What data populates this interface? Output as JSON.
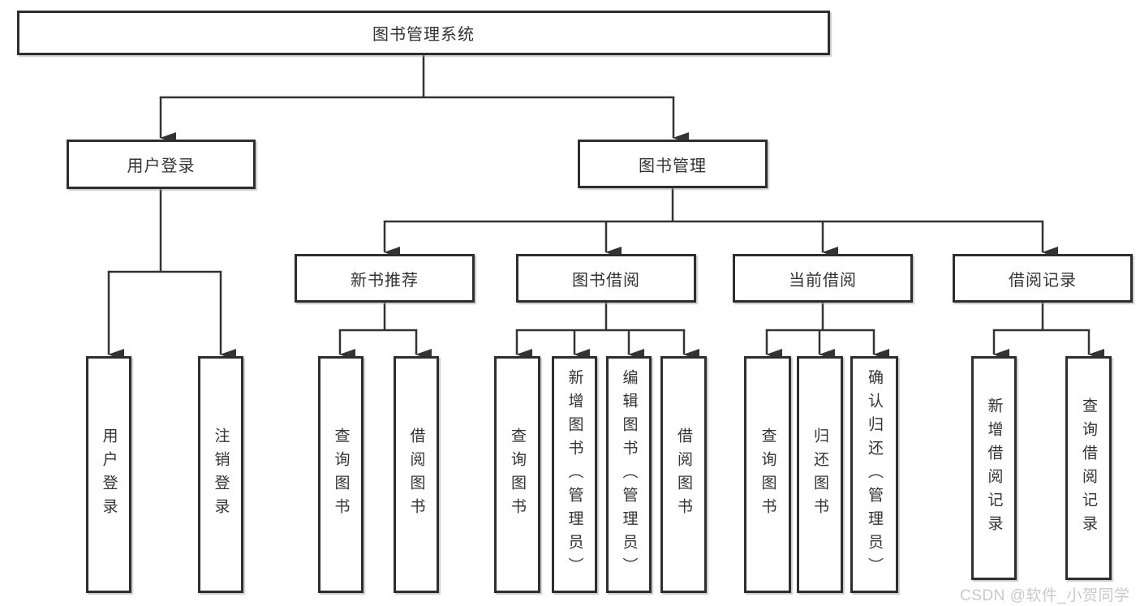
{
  "tree": {
    "root": {
      "label": "图书管理系统"
    },
    "level2": [
      {
        "id": "user-login",
        "label": "用户登录",
        "leaves": [
          "用户登录",
          "注销登录"
        ]
      },
      {
        "id": "book-management",
        "label": "图书管理",
        "groups": [
          {
            "id": "new-book-recommend",
            "label": "新书推荐",
            "leaves": [
              "查询图书",
              "借阅图书"
            ]
          },
          {
            "id": "book-borrow",
            "label": "图书借阅",
            "leaves": [
              "查询图书",
              "新增图书（管理员）",
              "编辑图书（管理员）",
              "借阅图书"
            ]
          },
          {
            "id": "current-borrow",
            "label": "当前借阅",
            "leaves": [
              "查询图书",
              "归还图书",
              "确认归还（管理员）"
            ]
          },
          {
            "id": "borrow-records",
            "label": "借阅记录",
            "leaves": [
              "新增借阅记录",
              "查询借阅记录"
            ]
          }
        ]
      }
    ]
  },
  "watermark": {
    "text": "CSDN @软件_小贺同学"
  },
  "colors": {
    "border": "#2e2e2e",
    "line": "#333333",
    "text": "#333333",
    "watermark": "#c9c9c9",
    "background": "#ffffff"
  }
}
